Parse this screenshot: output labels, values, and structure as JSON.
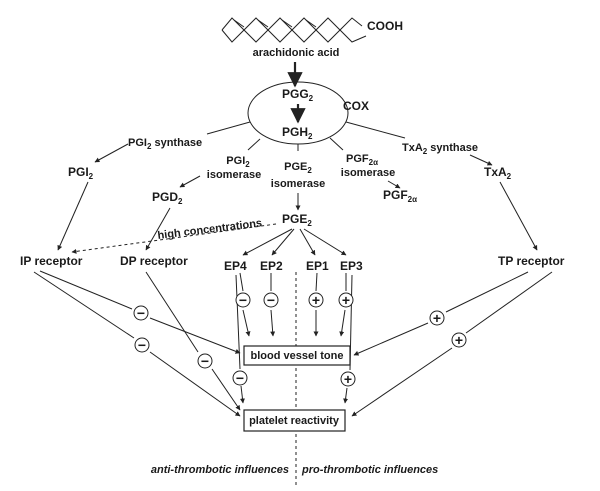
{
  "precursor": {
    "label": "arachidonic acid",
    "group": "COOH"
  },
  "cox": {
    "enzyme": "COX",
    "pgg": {
      "base": "PGG",
      "sub": "2"
    },
    "pgh": {
      "base": "PGH",
      "sub": "2"
    }
  },
  "enzymes": {
    "pgi_synthase": {
      "base": "PGI",
      "sub": "2",
      "rest": " synthase"
    },
    "txa_synthase": {
      "base": "TxA",
      "sub": "2",
      "rest": " synthase"
    },
    "pgi_isomerase": {
      "base": "PGI",
      "sub": "2",
      "line2": "isomerase"
    },
    "pge_isomerase": {
      "base": "PGE",
      "sub": "2",
      "line2": "isomerase"
    },
    "pgf_isomerase": {
      "base": "PGF",
      "sub": "2α",
      "line2": "isomerase"
    }
  },
  "products": {
    "pgi2": {
      "base": "PGI",
      "sub": "2"
    },
    "pgd2": {
      "base": "PGD",
      "sub": "2"
    },
    "pge2": {
      "base": "PGE",
      "sub": "2"
    },
    "pgf2a": {
      "base": "PGF",
      "sub": "2α"
    },
    "txa2": {
      "base": "TxA",
      "sub": "2"
    }
  },
  "receptors": {
    "ip": "IP receptor",
    "dp": "DP receptor",
    "tp": "TP receptor",
    "ep4": "EP4",
    "ep2": "EP2",
    "ep1": "EP1",
    "ep3": "EP3"
  },
  "annotation": "high concentrations",
  "outcomes": {
    "vessel_tone": "blood vessel tone",
    "platelet": "platelet reactivity"
  },
  "signs": {
    "minus": "−",
    "plus": "+"
  },
  "footer": {
    "anti": "anti-thrombotic influences",
    "pro": "pro-thrombotic influences"
  }
}
